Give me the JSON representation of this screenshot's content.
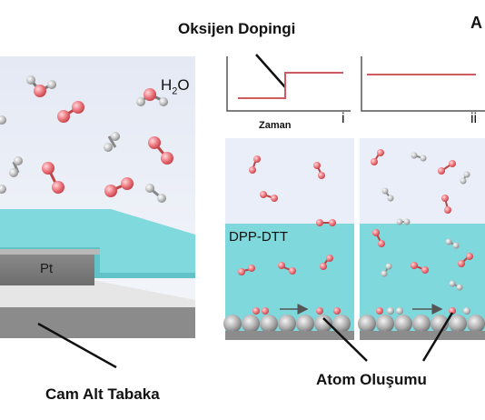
{
  "title_oxygen_doping": "Oksijen Dopingi",
  "corner_letter": "A",
  "water_label_main": "H",
  "water_label_sub": "2",
  "water_label_end": "O",
  "electrode_label": "Pt",
  "time_label": "Zaman",
  "panel_i": "i",
  "panel_ii": "ii",
  "polymer_label": "DPP-DTT",
  "substrate_label": "Cam Alt Tabaka",
  "atom_formation_label": "Atom Oluşumu",
  "colors": {
    "oxygen": "#e8777d",
    "gray_molecule": "#bdbdbd",
    "polymer": "#7fd8dc",
    "sky": "#e9eef8",
    "step_line": "#d05a5f"
  }
}
